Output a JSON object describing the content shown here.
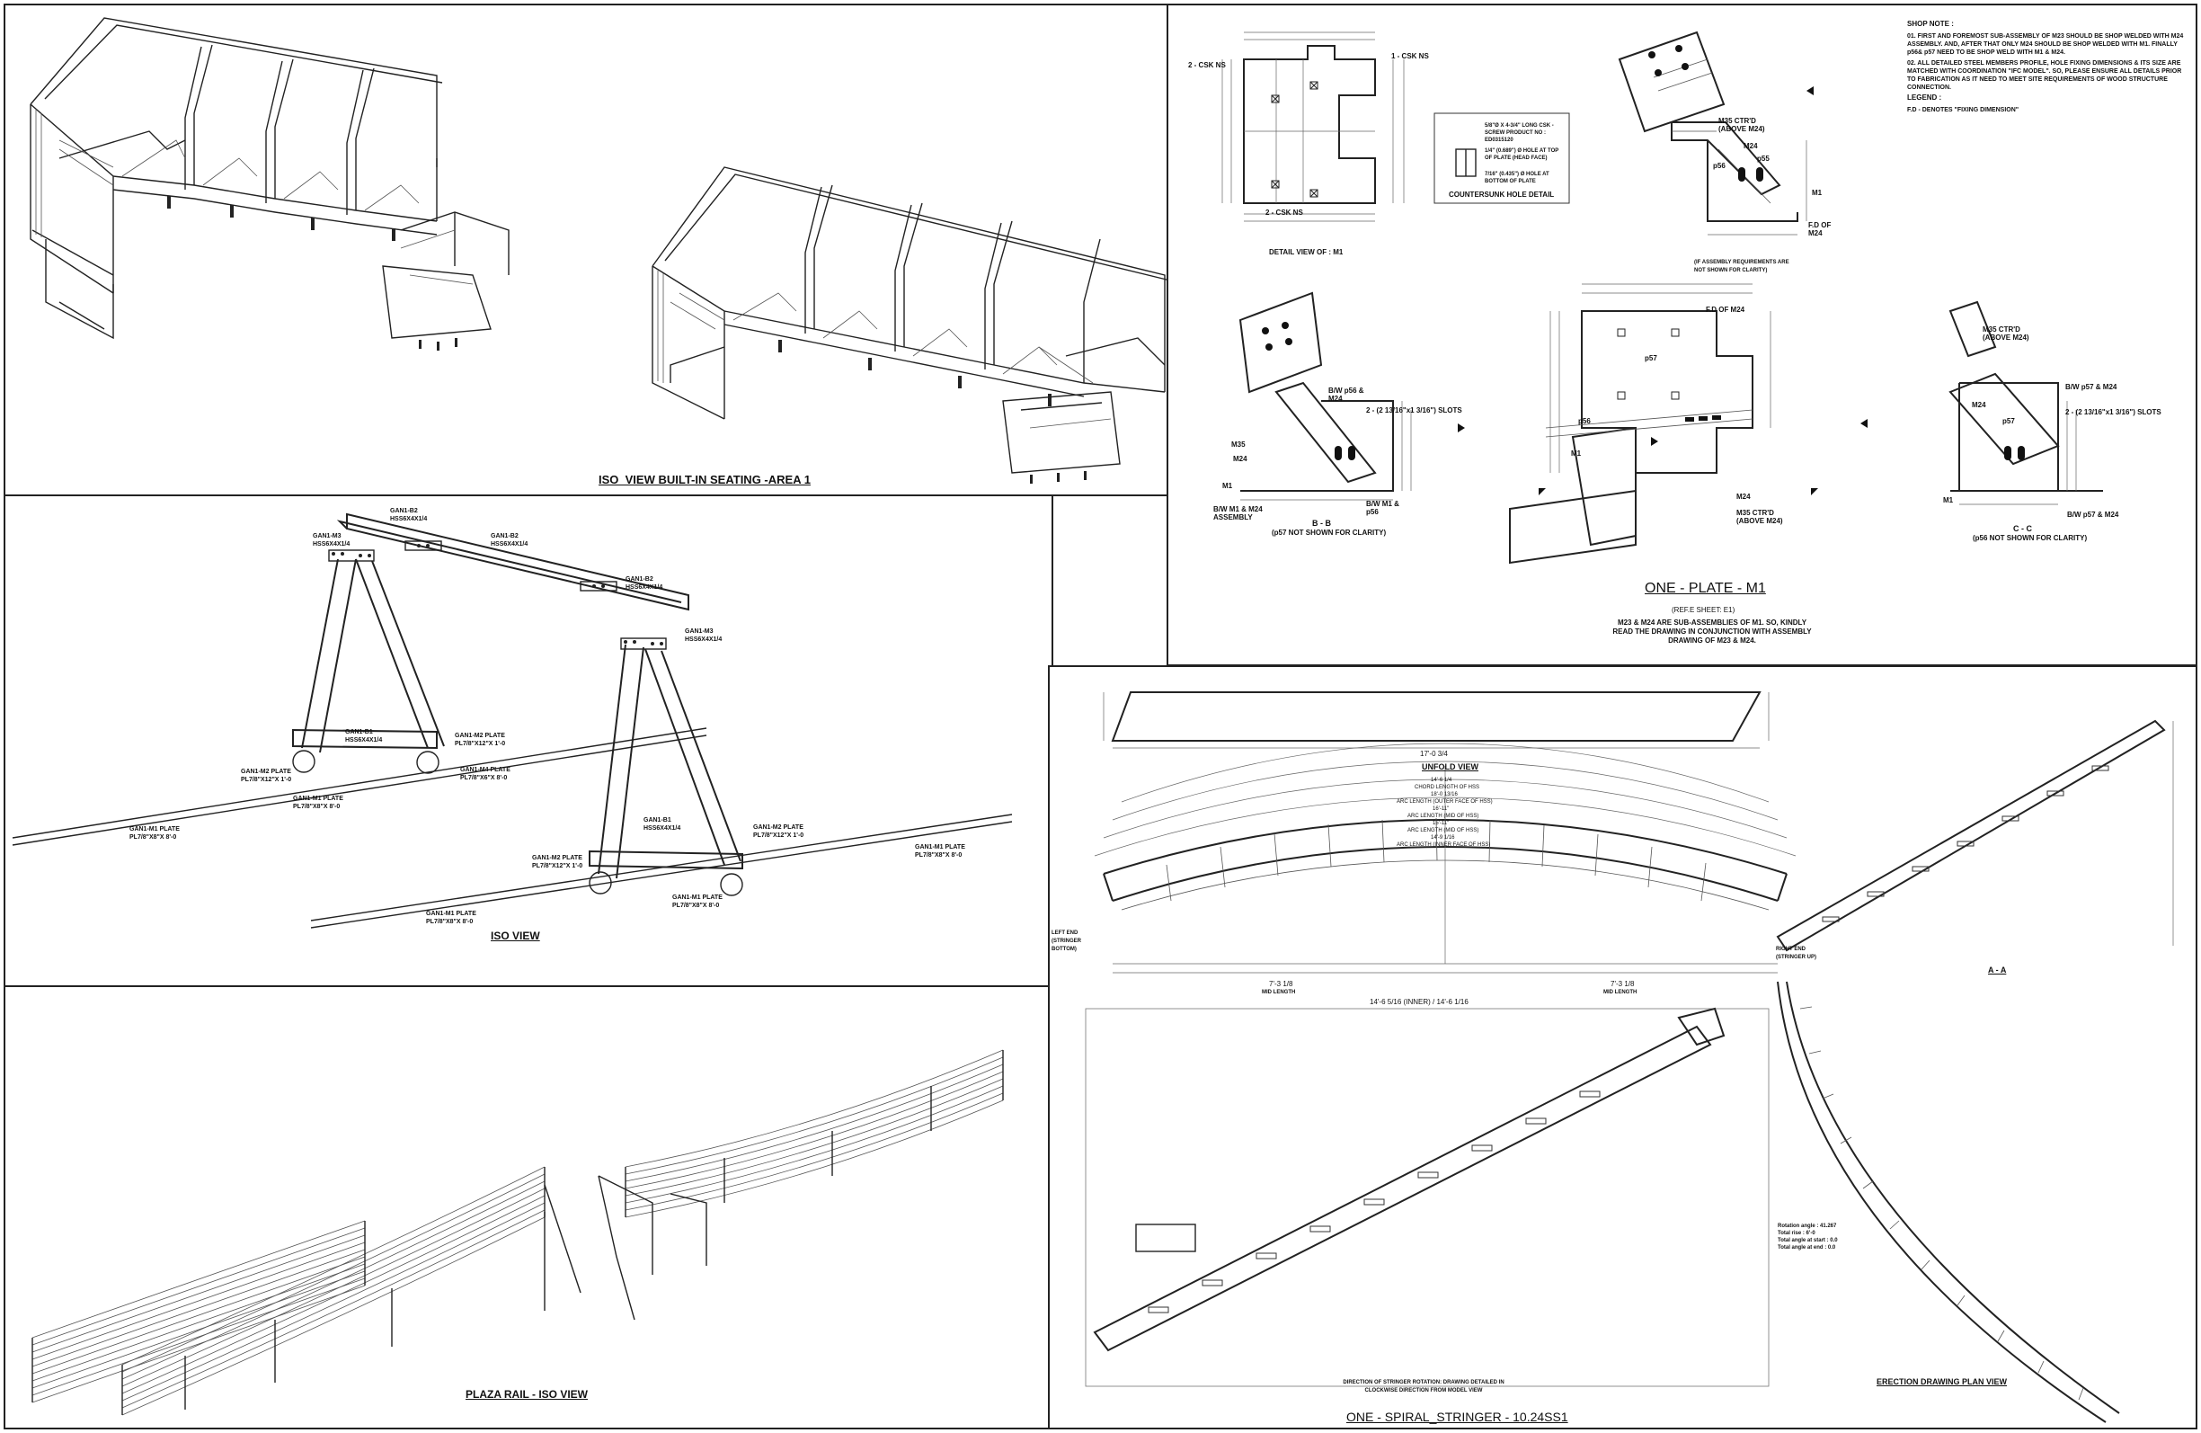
{
  "panels": {
    "iso_seating": {
      "title": "ISO_VIEW BUILT-IN SEATING -AREA 1"
    },
    "plate_m1": {
      "shop_note_title": "SHOP NOTE :",
      "note_01": "01. FIRST AND FOREMOST SUB-ASSEMBLY OF M23 SHOULD BE SHOP WELDED WITH M24 ASSEMBLY. AND, AFTER THAT ONLY M24 SHOULD BE SHOP WELDED WITH M1. FINALLY p56& p57 NEED TO BE SHOP WELD WITH M1 & M24.",
      "note_02": "02. ALL DETAILED STEEL MEMBERS PROFILE, HOLE FIXING DIMENSIONS & ITS SIZE ARE MATCHED WITH COORDINATION \"IFC MODEL\". SO, PLEASE ENSURE ALL DETAILS PRIOR TO FABRICATION AS IT NEED TO MEET SITE REQUIREMENTS OF WOOD STRUCTURE CONNECTION.",
      "legend_title": "LEGEND :",
      "legend_fd": "F.D - DENOTES \"FIXING DIMENSION\"",
      "detail_view": "DETAIL VIEW OF : M1",
      "countersunk": "COUNTERSUNK HOLE DETAIL",
      "cs_note_1": "5/8\"Ø X 4-3/4\" LONG CSK - SCREW PRODUCT NO : ED0315120",
      "cs_note_2": "1/4\" (0.689\") Ø HOLE AT TOP OF PLATE (HEAD FACE)",
      "cs_note_3": "7/16\" (0.435\") Ø HOLE AT BOTTOM OF PLATE",
      "csk": "2 - CSK NS",
      "csk_2": "1 - CSK NS",
      "csk_3": "2 - CSK NS",
      "section_bb": "B - B",
      "section_bb_sub": "(p57 NOT SHOWN FOR CLARITY)",
      "section_cc": "C - C",
      "section_cc_sub": "(p56 NOT SHOWN FOR CLARITY)",
      "section_aa_sub": "(IF ASSEMBLY REQUIREMENTS ARE NOT SHOWN FOR CLARITY)",
      "main_title": "ONE - PLATE - M1",
      "ref_sheet": "(REF.E SHEET: E1)",
      "sub_note": "M23 & M24 ARE SUB-ASSEMBLIES OF M1. SO, KINDLY READ THE DRAWING IN CONJUNCTION WITH ASSEMBLY DRAWING OF M23 & M24.",
      "labels": {
        "m35_ctrd": "M35 CTR'D (ABOVE M24)",
        "m24": "M24",
        "m1": "M1",
        "m35": "M35",
        "p56": "p56",
        "p57": "p57",
        "p55": "p55",
        "fd_of_m24": "F.D OF M24",
        "slots": "2 - (2 13/16\"x1 3/16\") SLOTS",
        "bw_p56": "B/W p56 & M24",
        "bw_m1_p56": "B/W M1 & p56",
        "bw_m1_m24": "B/W M1 & M24 ASSEMBLY",
        "bw_p57": "B/W p57 & M24",
        "bw_p57_m24": "B/W p57 & M24",
        "m1_m24": "M1 & M24 ASSEMBLY"
      }
    },
    "gantry": {
      "title": "ISO VIEW",
      "labels": [
        "GAN1-B2 HSS6X4X1/4",
        "GAN1-B2 HSS6X4X1/4",
        "GAN1-B2 HSS6X4X1/4",
        "GAN1-M3 HSS6X4X1/4",
        "GAN1-M3 HSS6X4X1/4",
        "GAN1-B1 HSS6X4X1/4",
        "GAN1-B1 HSS6X4X1/4",
        "GAN1-M2 PLATE PL7/8\"X12\"X 1'-0",
        "GAN1-M2 PLATE PL7/8\"X12\"X 1'-0",
        "GAN1-M2 PLATE PL7/8\"X12\"X 1'-0",
        "GAN1-M2 PLATE PL7/8\"X12\"X 1'-0",
        "GAN1-M1 PLATE PL7/8\"X8\"X 8'-0",
        "GAN1-M1 PLATE PL7/8\"X8\"X 8'-0",
        "GAN1-M1 PLATE PL7/8\"X8\"X 8'-0",
        "GAN1-M1 PLATE PL7/8\"X8\"X 8'-0",
        "GAN1-M1 PLATE PL7/8\"X8\"X 8'-0",
        "GAN1-M4 PLATE PL7/8\"X6\"X 8'-0"
      ]
    },
    "stringer": {
      "unfold": "UNFOLD VIEW",
      "section_aa": "A - A",
      "erection": "ERECTION DRAWING PLAN VIEW",
      "main_title": "ONE - SPIRAL_STRINGER - 10.24SS1",
      "left_end": "LEFT END (STRINGER BOTTOM)",
      "right_end": "RIGHT END (STRINGER UP)",
      "direction_note": "DIRECTION OF STRINGER ROTATION: DRAWING DETAILED IN CLOCKWISE DIRECTION FROM MODEL VIEW",
      "arc_dims": [
        "14'-6 1/4",
        "CHORD LENGTH OF HSS",
        "18'-0 13/16",
        "ARC LENGTH (OUTER FACE OF HSS)",
        "16'-11\"",
        "ARC LENGTH (MID OF HSS)",
        "15'-11\"",
        "ARC LENGTH (MID OF HSS)",
        "14'-9 1/16",
        "ARC LENGTH (INNER FACE OF HSS)"
      ],
      "mid_length": "MID LENGTH",
      "mid_dim_left": "7'-3 1/8",
      "mid_dim_right": "7'-3 1/8",
      "overall": "14'-6 5/16 (INNER) / 14'-6 1/16",
      "unfold_dim": "17'-0 3/4",
      "rotation_table": [
        "Rotation angle : 41.267",
        "Total rise : 6'-0",
        "Total angle at start : 0.0",
        "Total angle at end : 0.0"
      ]
    },
    "plaza_rail": {
      "title": "PLAZA RAIL - ISO VIEW"
    }
  }
}
